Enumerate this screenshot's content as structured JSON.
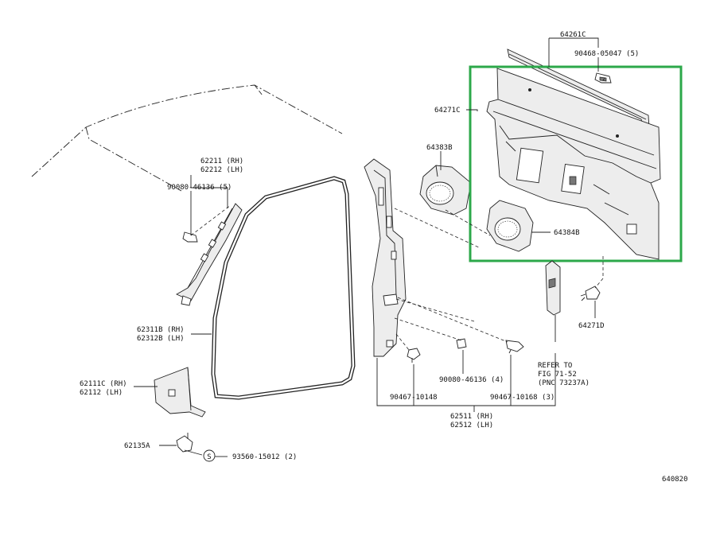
{
  "diagram_number": "640820",
  "highlight_color": "#2ca84a",
  "labels": {
    "p64261c": "64261C",
    "p90468": "90468-05047 (5)",
    "p64271c": "64271C",
    "p64383b": "64383B",
    "p64384b": "64384B",
    "p64271d": "64271D",
    "p62211": "62211 (RH)",
    "p62212": "62212 (LH)",
    "p90080a": "90080-46136 (5)",
    "p62311b": "62311B (RH)",
    "p62312b": "62312B (LH)",
    "p62111c": "62111C (RH)",
    "p62112": "62112  (LH)",
    "p62135a": "62135A",
    "p93560": "93560-15012 (2)",
    "screw_symbol": "S",
    "p90467a": "90467-10148",
    "p90080b": "90080-46136 (4)",
    "p90467b": "90467-10168 (3)",
    "p62511": "62511 (RH)",
    "p62512": "62512 (LH)",
    "refer1": "REFER TO",
    "refer2": "FIG 71-52",
    "refer3": "(PNC 73237A)"
  }
}
